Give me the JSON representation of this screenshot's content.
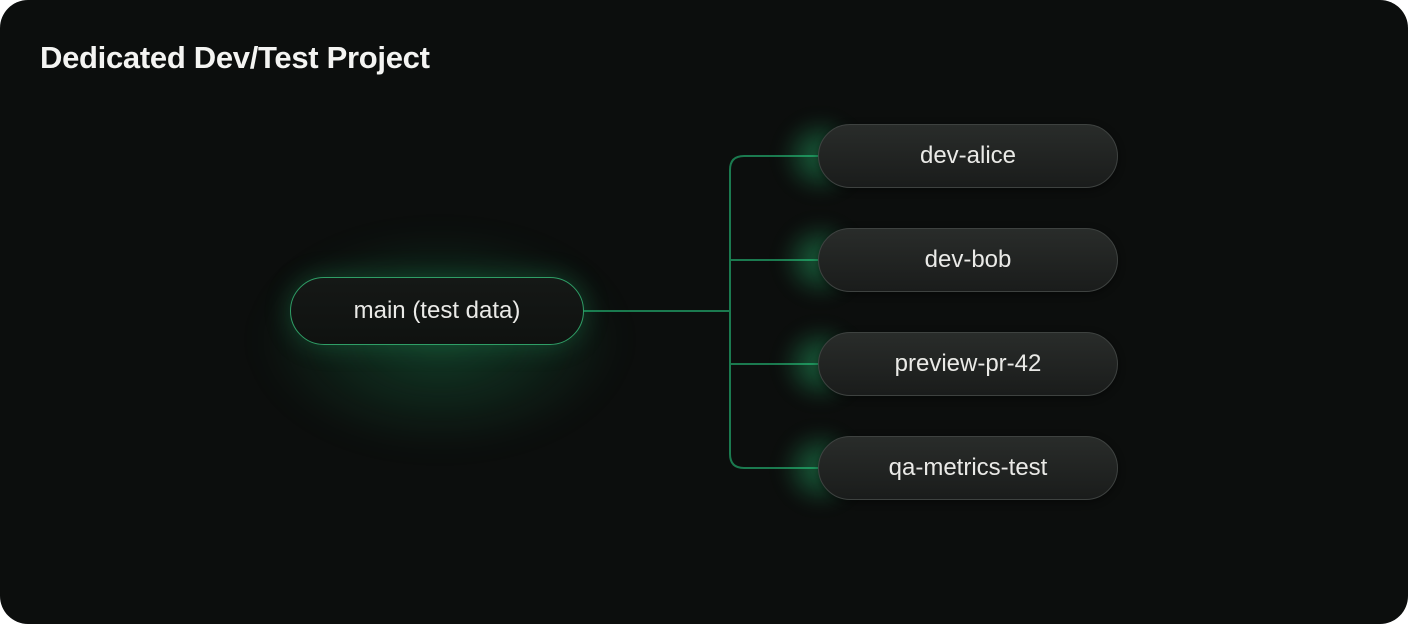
{
  "title": "Dedicated Dev/Test Project",
  "diagram": {
    "root": {
      "label": "main (test data)"
    },
    "children": [
      {
        "label": "dev-alice"
      },
      {
        "label": "dev-bob"
      },
      {
        "label": "preview-pr-42"
      },
      {
        "label": "qa-metrics-test"
      }
    ]
  },
  "colors": {
    "card_background": "#0c0e0d",
    "title_text": "#f4f4f2",
    "node_text": "#eaeae7",
    "connector_green": "#1b7a4f",
    "main_node_border": "#2f9e66",
    "child_node_border": "#3e4240",
    "child_node_fill": "#232624",
    "glow_green": "#2acd7c"
  }
}
